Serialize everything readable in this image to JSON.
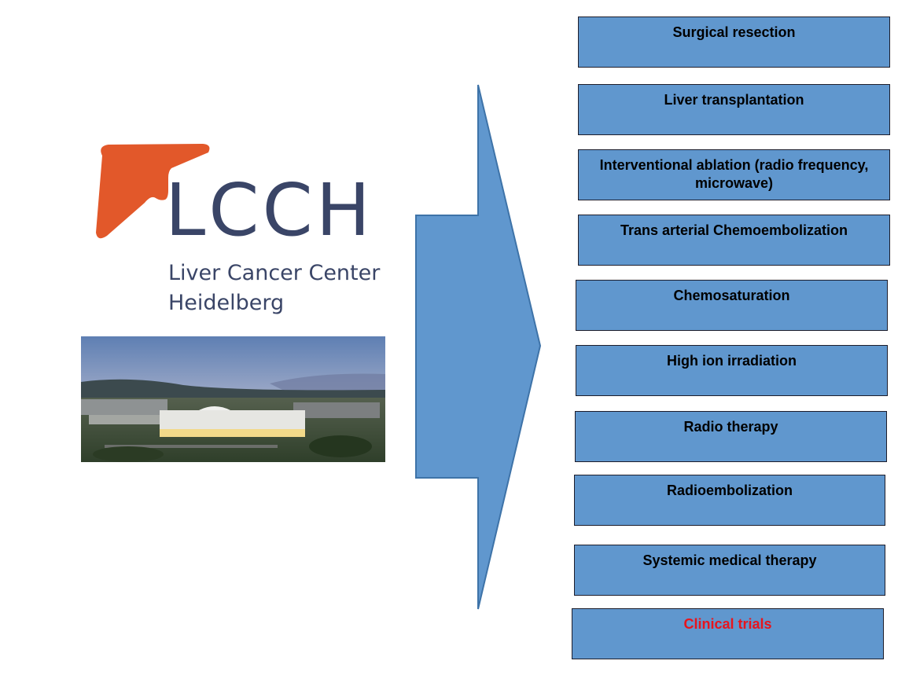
{
  "logo": {
    "acronym": "LCCH",
    "name_line1": "Liver Cancer Center",
    "name_line2": "Heidelberg",
    "icon": "liver-icon",
    "colors": {
      "liver": "#e2582a",
      "text": "#3a4567"
    }
  },
  "photo": {
    "icon": "hospital-campus-photo"
  },
  "arrow": {
    "color": "#6097ce",
    "stroke": "#3e73a8"
  },
  "treatments": [
    {
      "label": "Surgical resection"
    },
    {
      "label": "Liver transplantation"
    },
    {
      "label": "Interventional ablation (radio frequency, microwave)"
    },
    {
      "label": "Trans arterial Chemoembolization"
    },
    {
      "label": "Chemosaturation"
    },
    {
      "label": "High ion irradiation"
    },
    {
      "label": "Radio therapy"
    },
    {
      "label": "Radioembolization"
    },
    {
      "label": "Systemic medical therapy"
    },
    {
      "label": "Clinical trials",
      "color": "#e8141c"
    }
  ],
  "colors": {
    "box_fill": "#6097ce",
    "box_border": "#1d1d2b"
  }
}
